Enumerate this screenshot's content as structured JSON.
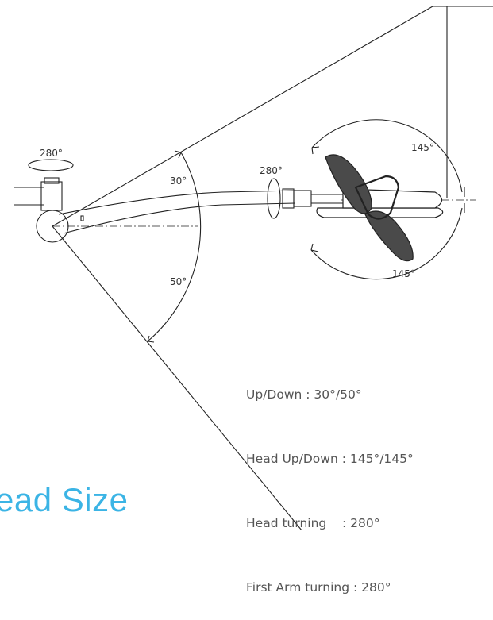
{
  "angle_labels": {
    "first_arm_turn": "280°",
    "head_turn": "280°",
    "arm_up": "30°",
    "arm_down": "50°",
    "head_up": "145°",
    "head_down": "145°"
  },
  "specs": [
    "Up/Down : 30°/50°",
    "Head Up/Down : 145°/145°",
    "Head turning    : 280°",
    "First Arm turning : 280°"
  ],
  "section_title": "ead Size",
  "colors": {
    "line": "#222222",
    "spec_text": "#555555",
    "title": "#3bb4e5",
    "head_fill": "#4a4a4a"
  }
}
